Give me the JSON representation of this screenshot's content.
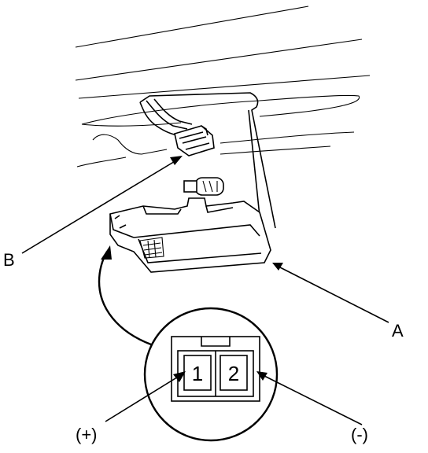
{
  "labels": {
    "part_a": "A",
    "part_b": "B",
    "pin_1": "1",
    "pin_2": "2",
    "positive": "(+)",
    "negative": "(-)"
  },
  "icons": [
    "curved-arrow-icon",
    "leader-arrow-icon"
  ]
}
